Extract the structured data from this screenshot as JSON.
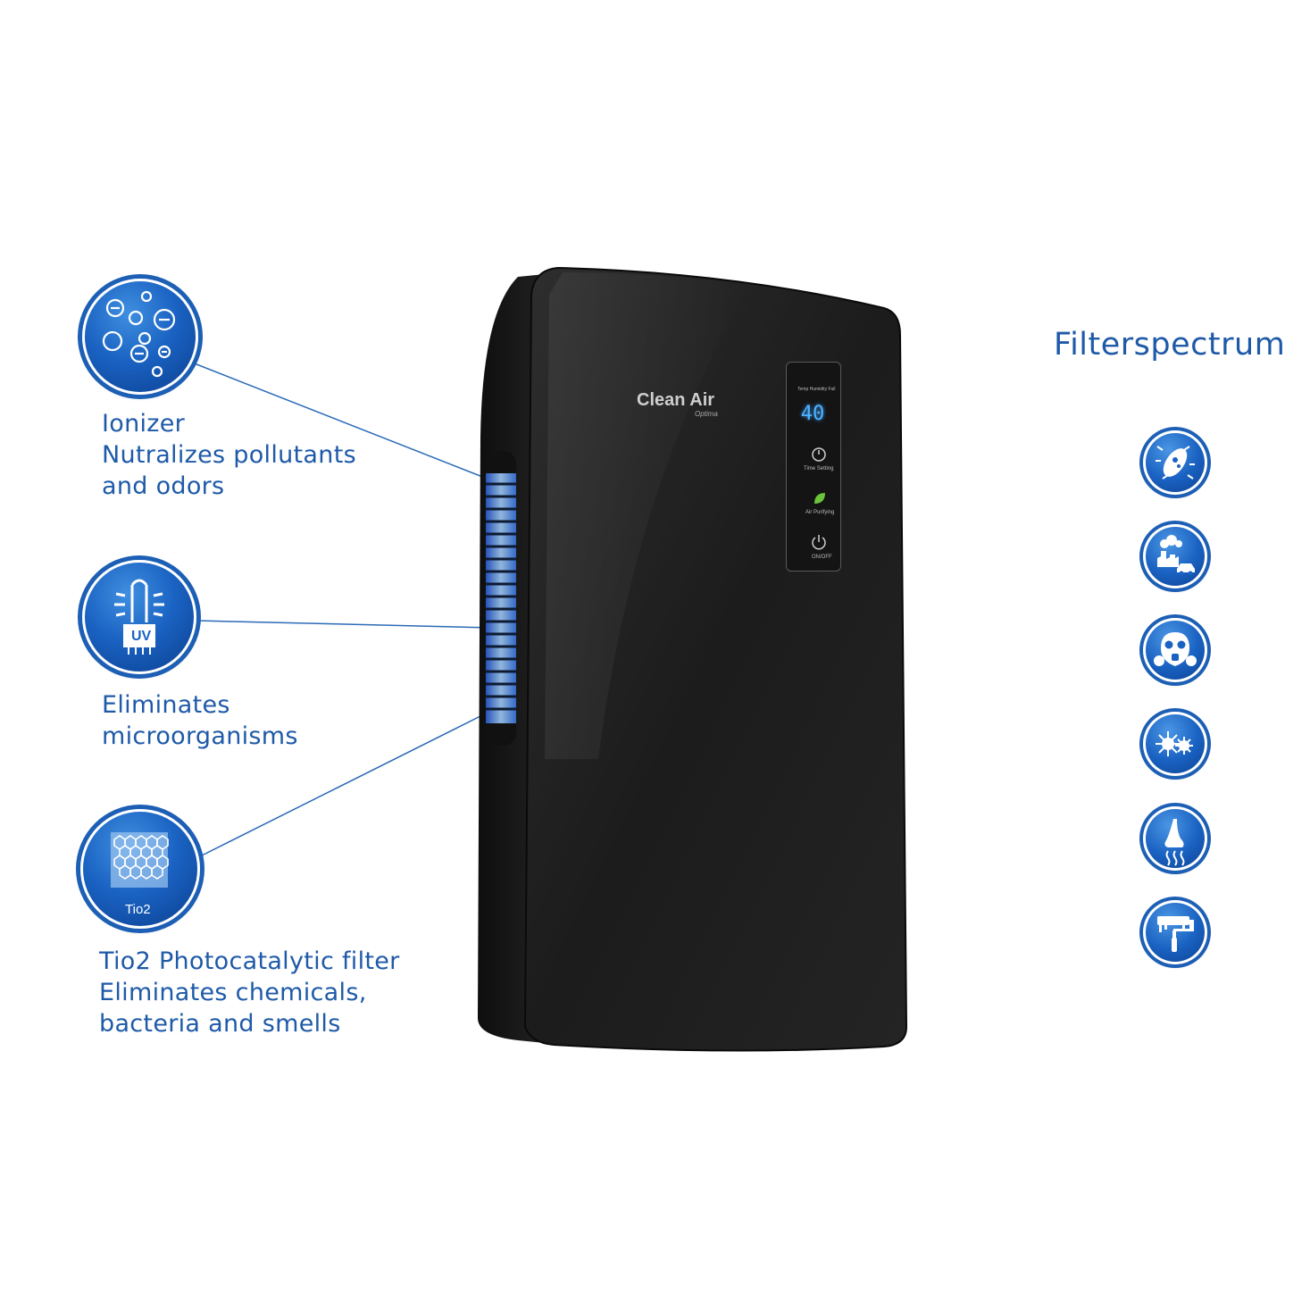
{
  "features": [
    {
      "lines": [
        "Ionizer",
        "Nutralizes pollutants",
        "and odors"
      ],
      "icon": "ions-icon"
    },
    {
      "lines": [
        "Eliminates",
        "microorganisms"
      ],
      "icon": "uv-lamp-icon",
      "badge_label": "UV"
    },
    {
      "lines": [
        "Tio2 Photocatalytic filter",
        "Eliminates chemicals,",
        "bacteria and smells"
      ],
      "icon": "honeycomb-filter-icon",
      "badge_label": "Tio2"
    }
  ],
  "filterspectrum": {
    "title": "Filterspectrum",
    "icons": [
      "bacteria-icon",
      "factory-car-pollution-icon",
      "gas-mask-icon",
      "allergen-spores-icon",
      "odor-nose-icon",
      "paint-roller-icon"
    ]
  },
  "device": {
    "brand": "Clean Air",
    "brand_sub": "Optima",
    "display_value": "40",
    "panel_top_labels": "Temp  Humidity  Full",
    "time_label": "Time Setting",
    "purify_label": "Air Purifying",
    "power_label": "ON/OFF",
    "color": "#1c1c1c",
    "led_color": "#4fb3ff"
  },
  "colors": {
    "accent": "#1e5aa8",
    "badge": "#1a62c2"
  }
}
